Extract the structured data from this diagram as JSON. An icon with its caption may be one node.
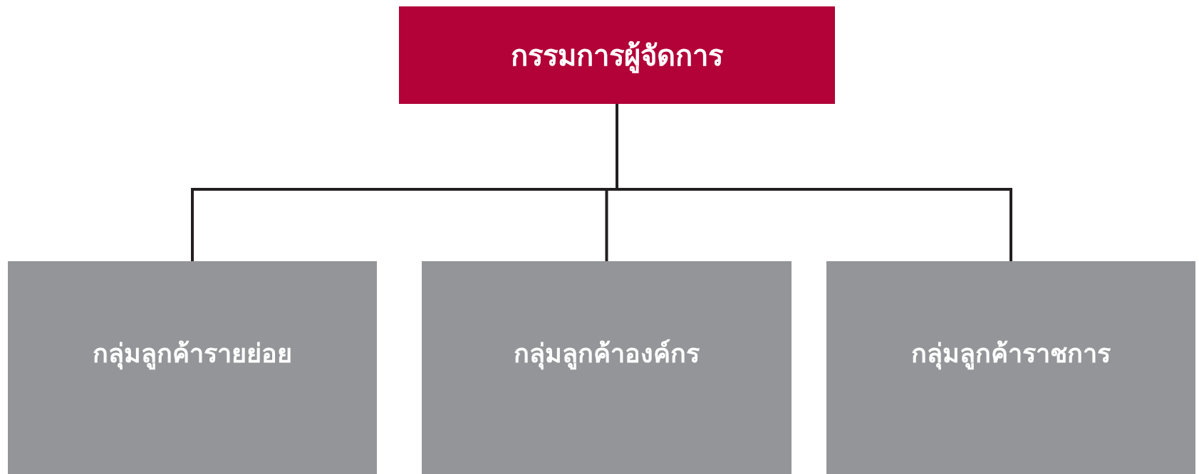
{
  "diagram": {
    "nodes": [
      {
        "text": [
          "กรรมการผู้จัดการ"
        ]
      },
      {
        "text": [
          "กลุ่มลูกค้ารายย่อย"
        ]
      },
      {
        "text": [
          "กลุ่มลูกค้าองค์กร"
        ]
      },
      {
        "text": [
          "กลุ่มลูกค้าราชการ"
        ]
      }
    ],
    "edges": [
      {
        "from": 0,
        "to": 1,
        "arrow": "none"
      },
      {
        "from": 0,
        "to": 2,
        "arrow": "none"
      },
      {
        "from": 0,
        "to": 3,
        "arrow": "none"
      }
    ]
  }
}
